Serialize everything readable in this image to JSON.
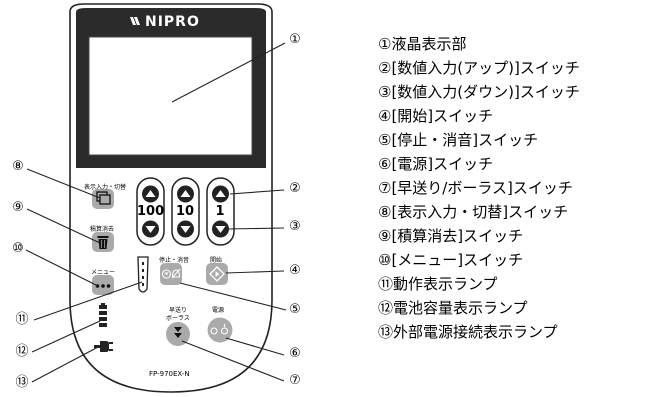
{
  "device": {
    "brand": "NIPRO",
    "model": "FP-970EX-N",
    "buttons": {
      "display_input_label": "表示入力・切替",
      "clear_label": "積算消去",
      "menu_label": "メニュー",
      "stop_silence_label": "停止・消音",
      "start_label": "開始",
      "fast_bolus_label_line1": "早送り",
      "fast_bolus_label_line2": "ボーラス",
      "power_label": "電源",
      "digit_100": "100",
      "digit_10": "10",
      "digit_1": "1"
    }
  },
  "callouts": [
    "①",
    "②",
    "③",
    "④",
    "⑤",
    "⑥",
    "⑦",
    "⑧",
    "⑨",
    "⑩",
    "⑪",
    "⑫",
    "⑬"
  ],
  "legend": [
    "①液晶表示部",
    "②[数値入力(アップ)]スイッチ",
    "③[数値入力(ダウン)]スイッチ",
    "④[開始]スイッチ",
    "⑤[停止・消音]スイッチ",
    "⑥[電源]スイッチ",
    "⑦[早送り/ボーラス]スイッチ",
    "⑧[表示入力・切替]スイッチ",
    "⑨[積算消去]スイッチ",
    "⑩[メニュー]スイッチ",
    "⑪動作表示ランプ",
    "⑫電池容量表示ランプ",
    "⑬外部電源接続表示ランプ"
  ]
}
